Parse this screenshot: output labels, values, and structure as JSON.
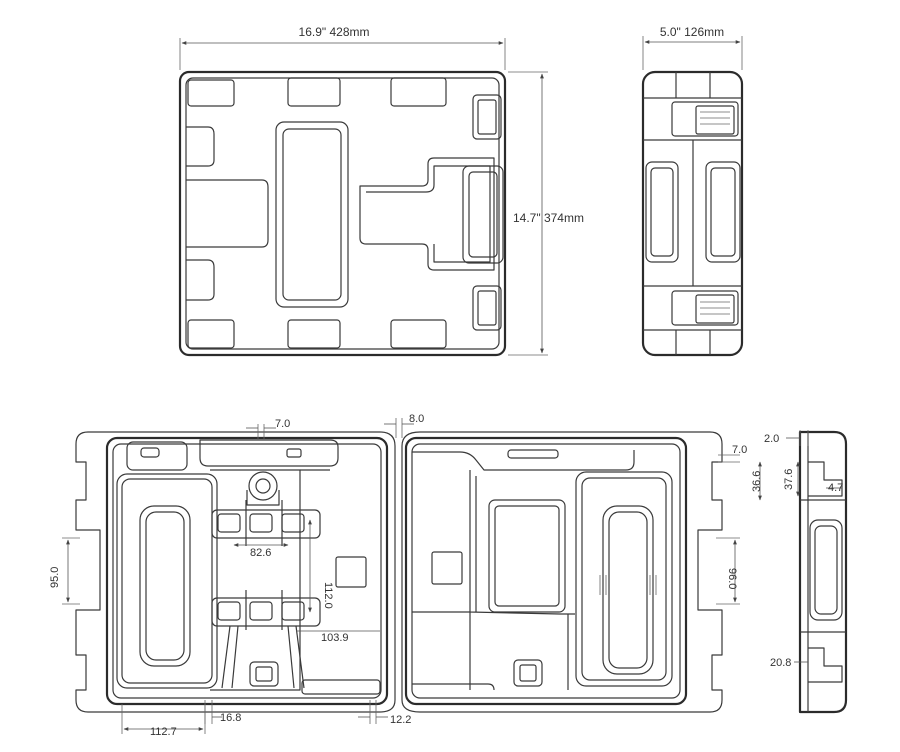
{
  "dimensions": {
    "top_width": "16.9\" 428mm",
    "top_height": "14.7\" 374mm",
    "side_depth": "5.0\" 126mm",
    "d_7_0_a": "7.0",
    "d_8_0": "8.0",
    "d_82_6": "82.6",
    "d_112_0": "112.0",
    "d_103_9": "103.9",
    "d_95_0": "95.0",
    "d_112_7": "112.7",
    "d_16_8": "16.8",
    "d_12_2": "12.2",
    "d_96_0": "96.0",
    "d_7_0_b": "7.0",
    "d_36_6": "36.6",
    "d_2_0": "2.0",
    "d_37_6": "37.6",
    "d_4_7": "4.7",
    "d_20_8": "20.8"
  }
}
